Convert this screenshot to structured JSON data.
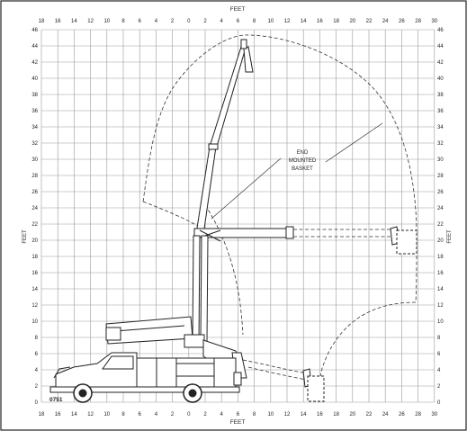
{
  "diagram": {
    "axis_title_top": "FEET",
    "axis_title_bottom": "FEET",
    "axis_title_left": "FEET",
    "axis_title_right": "FEET",
    "x_ticks": [
      "18",
      "16",
      "14",
      "12",
      "10",
      "8",
      "6",
      "4",
      "2",
      "0",
      "2",
      "4",
      "6",
      "8",
      "10",
      "12",
      "14",
      "16",
      "18",
      "20",
      "22",
      "24",
      "26",
      "28",
      "30"
    ],
    "y_ticks": [
      "46",
      "44",
      "42",
      "40",
      "38",
      "36",
      "34",
      "32",
      "30",
      "28",
      "26",
      "24",
      "22",
      "20",
      "18",
      "16",
      "14",
      "12",
      "10",
      "8",
      "6",
      "4",
      "2",
      "0"
    ],
    "callout": [
      "END",
      "MOUNTED",
      "BASKET"
    ],
    "model_code": "0751",
    "colors": {
      "grid": "#9a9a9a",
      "line": "#222222",
      "background": "#ffffff"
    }
  }
}
